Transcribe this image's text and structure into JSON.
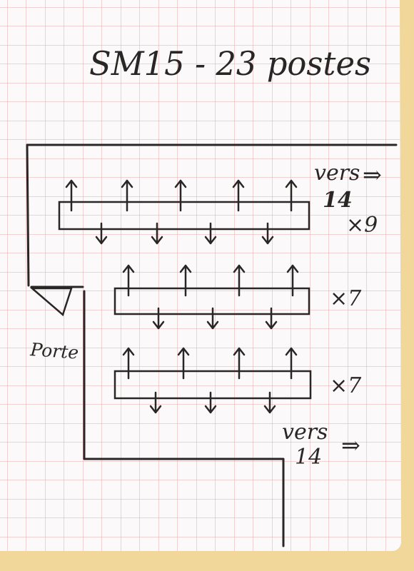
{
  "title": "SM15 - 23 postes",
  "door_label": "Porte",
  "exits": [
    {
      "text": "vers",
      "target": "14",
      "arrow": "⇒"
    },
    {
      "text": "vers",
      "target": "14",
      "arrow": "⇒"
    }
  ],
  "rows": [
    {
      "count": "×9",
      "up_arrows": 5,
      "down_arrows": 4
    },
    {
      "count": "×7",
      "up_arrows": 4,
      "down_arrows": 3
    },
    {
      "count": "×7",
      "up_arrows": 4,
      "down_arrows": 3
    }
  ],
  "colors": {
    "ink": "#2a2626",
    "grid": "#e7a9ad",
    "paper": "#fbf9f9",
    "desk_edge": "#f1d79a"
  }
}
